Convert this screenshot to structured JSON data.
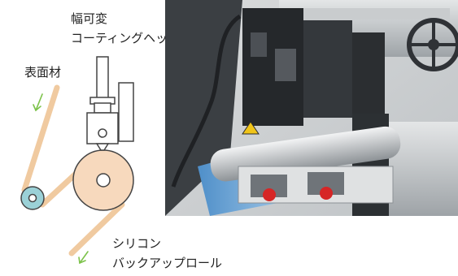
{
  "labels": {
    "head_line1": "幅可変",
    "head_line2": "コーティングヘッド",
    "surface_material": "表面材",
    "roll_line1": "シリコン",
    "roll_line2": "バックアップロール"
  },
  "colors": {
    "web": "#f0caa0",
    "roll_fill": "#f7d9bd",
    "idler_fill": "#9bd1d7",
    "arrow": "#7cc24a",
    "outline": "#444444"
  },
  "icons": {
    "direction_arrow_top": "arrow-down-left",
    "direction_arrow_bottom": "arrow-down-left"
  },
  "photo": {
    "alt": "machine photo"
  }
}
